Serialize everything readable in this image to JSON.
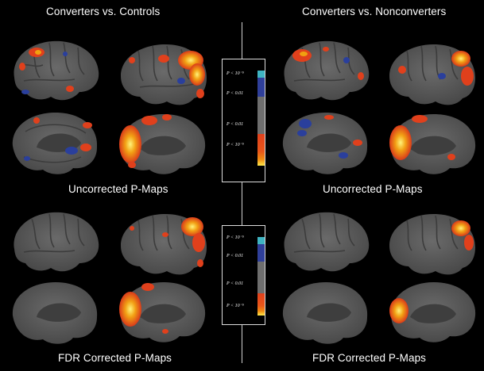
{
  "panels": {
    "top_left_title": "Converters vs. Controls",
    "top_right_title": "Converters vs. Nonconverters",
    "mid_left_caption": "Uncorrected P-Maps",
    "mid_right_caption": "Uncorrected P-Maps",
    "bottom_left_caption": "FDR Corrected P-Maps",
    "bottom_right_caption": "FDR Corrected P-Maps"
  },
  "colorbar": {
    "labels": [
      "P < 10⁻⁵",
      "P < 0.01",
      "P < 0.01",
      "P < 10⁻⁵"
    ],
    "colors": {
      "cyan": "#3fb4c2",
      "blue": "#2f3f9a",
      "gray": "#6e6e6e",
      "red": "#e0401c",
      "orange": "#f08a10",
      "yellow": "#ffe94a"
    }
  },
  "colors": {
    "background": "#000000",
    "cortex": "#5a5a5a",
    "hot": "#e8401c",
    "cold": "#2a3f9c"
  }
}
